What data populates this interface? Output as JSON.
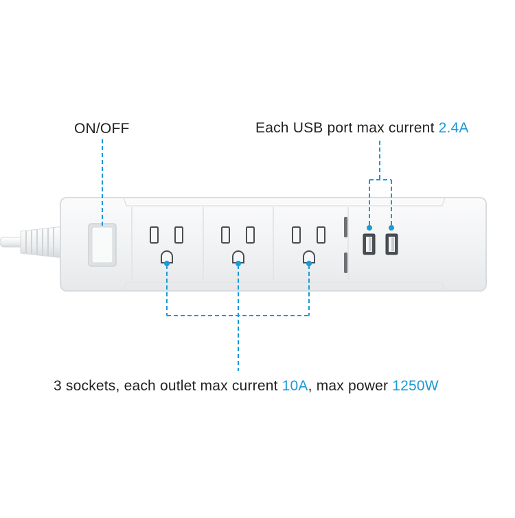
{
  "labels": {
    "onoff": "ON/OFF",
    "usb_prefix": "Each USB port max current ",
    "usb_value": "2.4A",
    "socket_prefix": "3 sockets, each outlet max current ",
    "socket_current": "10A",
    "socket_mid": ", max power ",
    "socket_power": "1250W"
  },
  "colors": {
    "accent": "#1a9ad6",
    "text": "#222222",
    "device_body": "#f4f5f6",
    "device_outline": "#d9dcdf"
  },
  "device": {
    "outlet_count": 3,
    "usb_port_count": 2
  }
}
